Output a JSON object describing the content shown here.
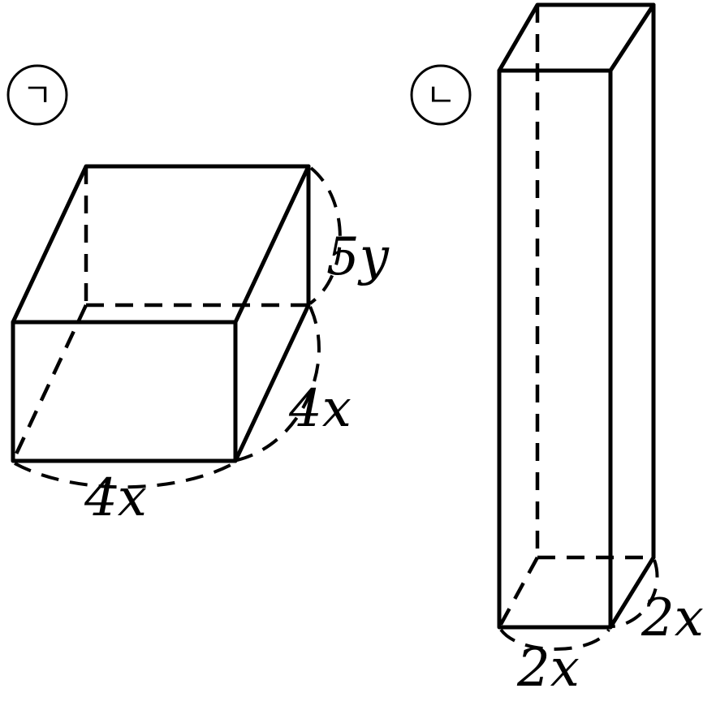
{
  "solids": {
    "left": {
      "tag": "ㄱ",
      "height_label": "5y",
      "depth_label": "4x",
      "width_label": "4x"
    },
    "right": {
      "tag": "ㄴ",
      "depth_label": "2x",
      "width_label": "2x"
    }
  },
  "colors": {
    "ink": "#000000",
    "background": "#ffffff"
  }
}
